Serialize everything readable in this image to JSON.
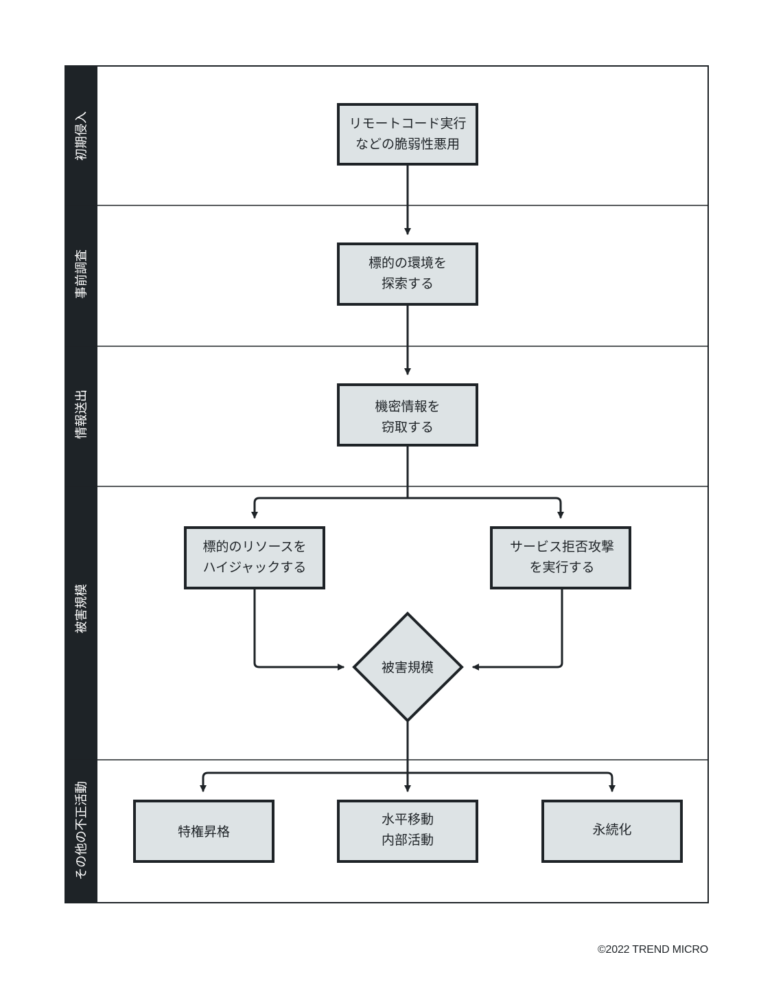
{
  "lanes": [
    {
      "id": "initial",
      "label": "初期侵入"
    },
    {
      "id": "recon",
      "label": "事前調査"
    },
    {
      "id": "exfil",
      "label": "情報送出"
    },
    {
      "id": "impact",
      "label": "被害規模"
    },
    {
      "id": "other",
      "label": "その他の不正活動"
    }
  ],
  "nodes": {
    "rce": {
      "lines": [
        "リモートコード実行",
        "などの脆弱性悪用"
      ]
    },
    "explore": {
      "lines": [
        "標的の環境を",
        "探索する"
      ]
    },
    "steal": {
      "lines": [
        "機密情報を",
        "窃取する"
      ]
    },
    "hijack": {
      "lines": [
        "標的のリソースを",
        "ハイジャックする"
      ]
    },
    "dos": {
      "lines": [
        "サービス拒否攻撃",
        "を実行する"
      ]
    },
    "decision": {
      "lines": [
        "被害規模"
      ]
    },
    "privesc": {
      "lines": [
        "特権昇格"
      ]
    },
    "lateral": {
      "lines": [
        "水平移動",
        "内部活動"
      ]
    },
    "persist": {
      "lines": [
        "永続化"
      ]
    }
  },
  "footer": {
    "copyright": "©2022 TREND MICRO"
  },
  "colors": {
    "lane_bar": "#1e2327",
    "box_fill": "#dde3e5",
    "stroke": "#1e2327",
    "background": "#ffffff"
  }
}
